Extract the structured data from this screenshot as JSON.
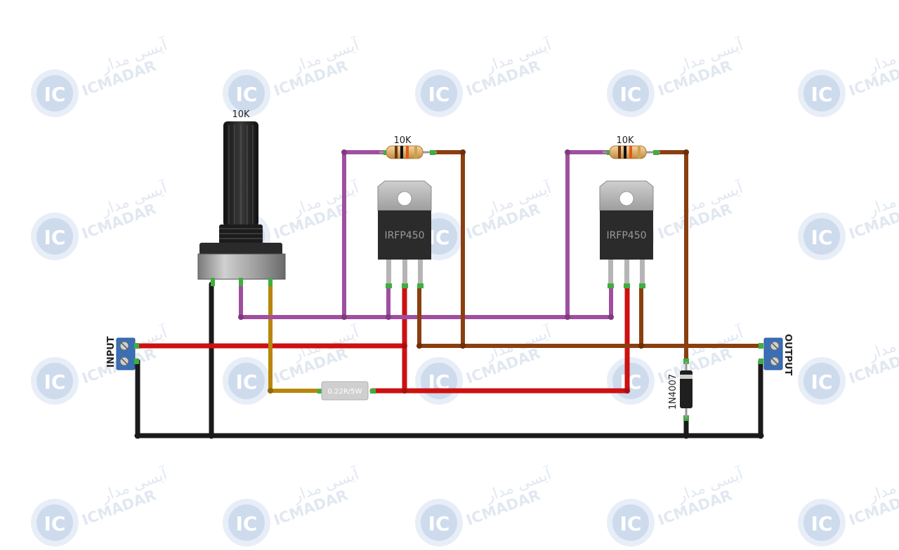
{
  "watermark": {
    "logo_text": "IC",
    "brand": "ICMADAR",
    "brand_fa": "آیسی مدار"
  },
  "components": {
    "potentiometer": {
      "label": "10K"
    },
    "resistor_1": {
      "label": "10K"
    },
    "resistor_2": {
      "label": "10K"
    },
    "mosfet_1": {
      "label": "IRFP450"
    },
    "mosfet_2": {
      "label": "IRFP450"
    },
    "shunt_resistor": {
      "label": "0.22R/5W"
    },
    "diode": {
      "label": "1N4007"
    },
    "input_terminal": {
      "label": "INPUT"
    },
    "output_terminal": {
      "label": "OUTPUT"
    }
  },
  "colors": {
    "wire_purple": "#a04fa0",
    "wire_brown": "#8a3f10",
    "wire_red": "#cc1111",
    "wire_black": "#1a1a1a",
    "wire_olive": "#b8860b",
    "terminal_blue": "#3a6fb5",
    "watermark_blue": "#c5d5ea"
  }
}
